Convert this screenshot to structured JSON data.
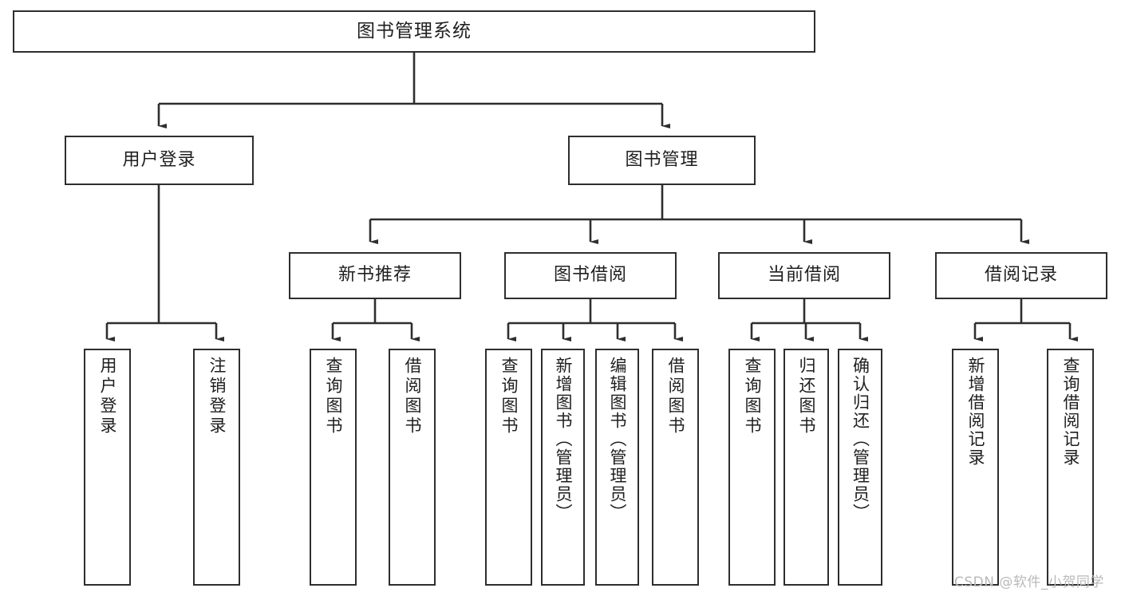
{
  "diagram": {
    "title": "图书管理系统",
    "type": "tree-hierarchy-chart",
    "colors": {
      "box_border": "#2e2e2e",
      "box_fill": "#ffffff",
      "connector": "#2e2e2e",
      "text": "#1f1f1f",
      "watermark": "#b9b9b9",
      "background": "#ffffff"
    }
  },
  "nodes": {
    "root": {
      "label": "图书管理系统"
    },
    "level2": [
      {
        "label": "用户登录"
      },
      {
        "label": "图书管理"
      }
    ],
    "level3": [
      {
        "label": "新书推荐"
      },
      {
        "label": "图书借阅"
      },
      {
        "label": "当前借阅"
      },
      {
        "label": "借阅记录"
      }
    ],
    "leaves": {
      "user_login": [
        {
          "label": "用户登录"
        },
        {
          "label": "注销登录"
        }
      ],
      "new_book_recommend": [
        {
          "label": "查询图书"
        },
        {
          "label": "借阅图书"
        }
      ],
      "book_borrow": [
        {
          "label": "查询图书"
        },
        {
          "label": "新增图书（管理员）"
        },
        {
          "label": "编辑图书（管理员）"
        },
        {
          "label": "借阅图书"
        }
      ],
      "current_borrow": [
        {
          "label": "查询图书"
        },
        {
          "label": "归还图书"
        },
        {
          "label": "确认归还（管理员）"
        }
      ],
      "borrow_record": [
        {
          "label": "新增借阅记录"
        },
        {
          "label": "查询借阅记录"
        }
      ]
    }
  },
  "watermark": {
    "text": "CSDN @软件_小贺同学"
  }
}
